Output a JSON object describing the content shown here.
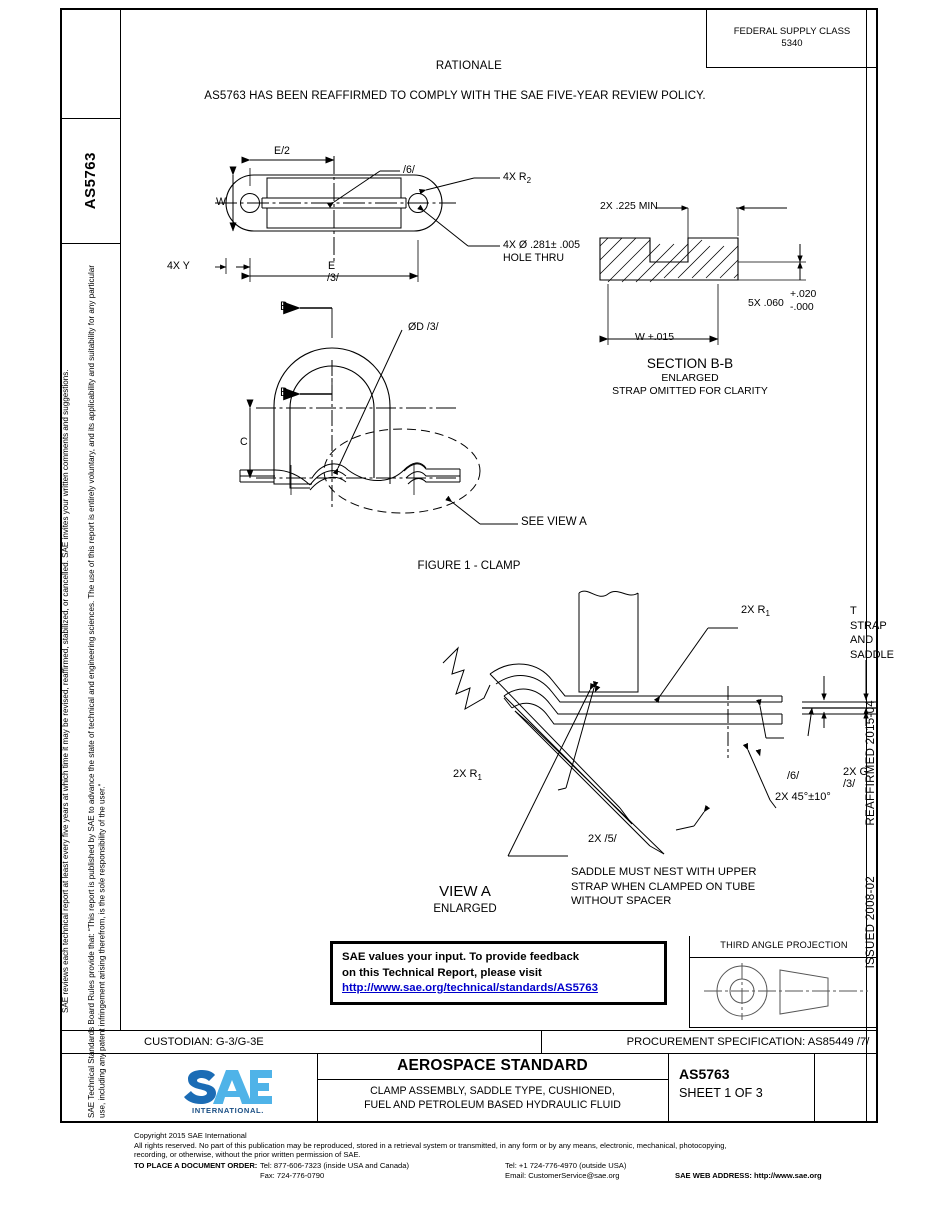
{
  "document": {
    "id_tab": "AS5763",
    "federal_supply_class": {
      "label": "FEDERAL SUPPLY CLASS",
      "value": "5340"
    },
    "rationale": {
      "title": "RATIONALE",
      "body": "AS5763 HAS BEEN REAFFIRMED TO COMPLY WITH THE SAE FIVE-YEAR REVIEW POLICY."
    },
    "legal_sidebar": {
      "line1": "SAE Technical Standards Board Rules provide that: “This report is published by SAE to advance the state of technical and engineering sciences. The use of this report is entirely voluntary, and its applicability and suitability for any particular use, including any patent infringement arising therefrom, is the sole responsibility of the user.”",
      "line2": "SAE reviews each technical report at least every five years at which time it may be revised, reaffirmed, stabilized, or cancelled. SAE invites your written comments and suggestions."
    },
    "dates_sidebar": {
      "reaffirmed": "REAFFIRMED 2015-04",
      "issued": "ISSUED 2008-02"
    },
    "feedback": {
      "line1": "SAE values your input. To provide feedback",
      "line2": "on this Technical Report, please visit",
      "url": "http://www.sae.org/technical/standards/AS5763",
      "link_color": "#0000cc"
    },
    "third_angle": {
      "title": "THIRD ANGLE PROJECTION"
    },
    "custodian": "CUSTODIAN: G-3/G-3E",
    "procurement": "PROCUREMENT SPECIFICATION: AS85449 /7/",
    "title_block": {
      "standard": "AEROSPACE STANDARD",
      "description_line1": "CLAMP ASSEMBLY, SADDLE TYPE, CUSHIONED,",
      "description_line2": "FUEL AND PETROLEUM BASED HYDRAULIC FLUID",
      "number": "AS5763",
      "sheet": "SHEET 1 OF 3",
      "logo_text": "SAE",
      "logo_sub": "INTERNATIONAL®",
      "logo_color_dark": "#1b6cb5",
      "logo_color_light": "#4fb3e8"
    },
    "copyright": {
      "line1": "Copyright 2015 SAE International",
      "line2": "All rights reserved. No part of this publication may be reproduced, stored in a retrieval system or transmitted, in any form or by any means, electronic, mechanical, photocopying,",
      "line3": "recording, or otherwise, without the prior written permission of SAE.",
      "order_label": "TO PLACE A DOCUMENT ORDER:",
      "tel_inside": "Tel: 877-606-7323 (inside USA and Canada)",
      "fax": "Fax: 724-776-0790",
      "tel_outside": "Tel: +1 724-776-4970 (outside USA)",
      "email": "Email: CustomerService@sae.org",
      "web_label": "SAE WEB ADDRESS: http://www.sae.org"
    }
  },
  "figures": {
    "top_view": {
      "dim_e_half": "E/2",
      "dim_w": "W",
      "dim_e": "E",
      "dim_e_note": "/3/",
      "note_6": "/6/",
      "note_4xy": "4X Y",
      "note_4xr2_prefix": "4X R",
      "note_4xr2_sub": "2",
      "hole_line1": "4X Ø .281± .005",
      "hole_line2": "HOLE THRU"
    },
    "section_bb": {
      "dim_225": "2X .225 MIN",
      "dim_w015": "W +.015",
      "dim_060": "5X .060",
      "tol_plus": "+.020",
      "tol_minus": "-.000",
      "title": "SECTION B-B",
      "sub1": "ENLARGED",
      "sub2": "STRAP OMITTED FOR CLARITY"
    },
    "side_view": {
      "cut_label": "B",
      "dim_c": "C",
      "dia_d": "ØD /3/",
      "see_view_a": "SEE VIEW A",
      "caption": "FIGURE 1 - CLAMP"
    },
    "view_a": {
      "title": "VIEW A",
      "subtitle": "ENLARGED",
      "r1_prefix": "2X R",
      "r1_sub": "1",
      "t_label": "T",
      "t_line2": "STRAP",
      "t_line3": "AND",
      "t_line4": "SADDLE",
      "note_6": "/6/",
      "note_g": "2X G /3/",
      "angle": "2X 45°±10°",
      "note_5": "2X /5/",
      "saddle_note1": "SADDLE MUST NEST WITH UPPER",
      "saddle_note2": "STRAP WHEN CLAMPED ON TUBE",
      "saddle_note3": "WITHOUT SPACER"
    }
  }
}
